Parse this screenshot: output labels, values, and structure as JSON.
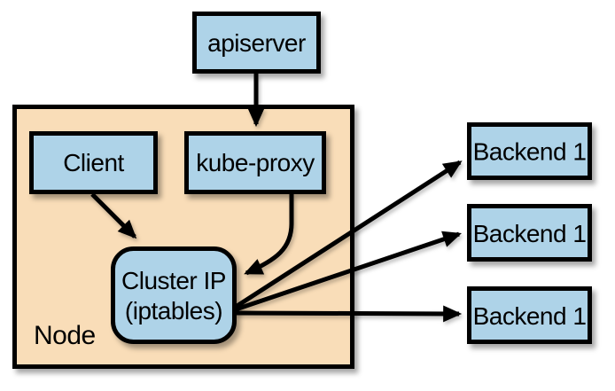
{
  "nodes": {
    "apiserver": {
      "label": "apiserver"
    },
    "node_container": {
      "label": "Node"
    },
    "client": {
      "label": "Client"
    },
    "kube_proxy": {
      "label": "kube-proxy"
    },
    "cluster_ip": {
      "line1": "Cluster IP",
      "line2": "(iptables)"
    },
    "backend_top": {
      "label": "Backend 1"
    },
    "backend_middle": {
      "label": "Backend 1"
    },
    "backend_bottom": {
      "label": "Backend 1"
    }
  },
  "edges": [
    {
      "from": "apiserver",
      "to": "kube-proxy"
    },
    {
      "from": "Client",
      "to": "Cluster IP (iptables)"
    },
    {
      "from": "kube-proxy",
      "to": "Cluster IP (iptables)"
    },
    {
      "from": "Cluster IP (iptables)",
      "to": "Backend 1 (top)"
    },
    {
      "from": "Cluster IP (iptables)",
      "to": "Backend 1 (middle)"
    },
    {
      "from": "Cluster IP (iptables)",
      "to": "Backend 1 (bottom)"
    }
  ],
  "colors": {
    "box_fill": "#aed3e8",
    "node_fill": "#f9ddb8",
    "stroke": "#000000",
    "background": "#ffffff"
  }
}
